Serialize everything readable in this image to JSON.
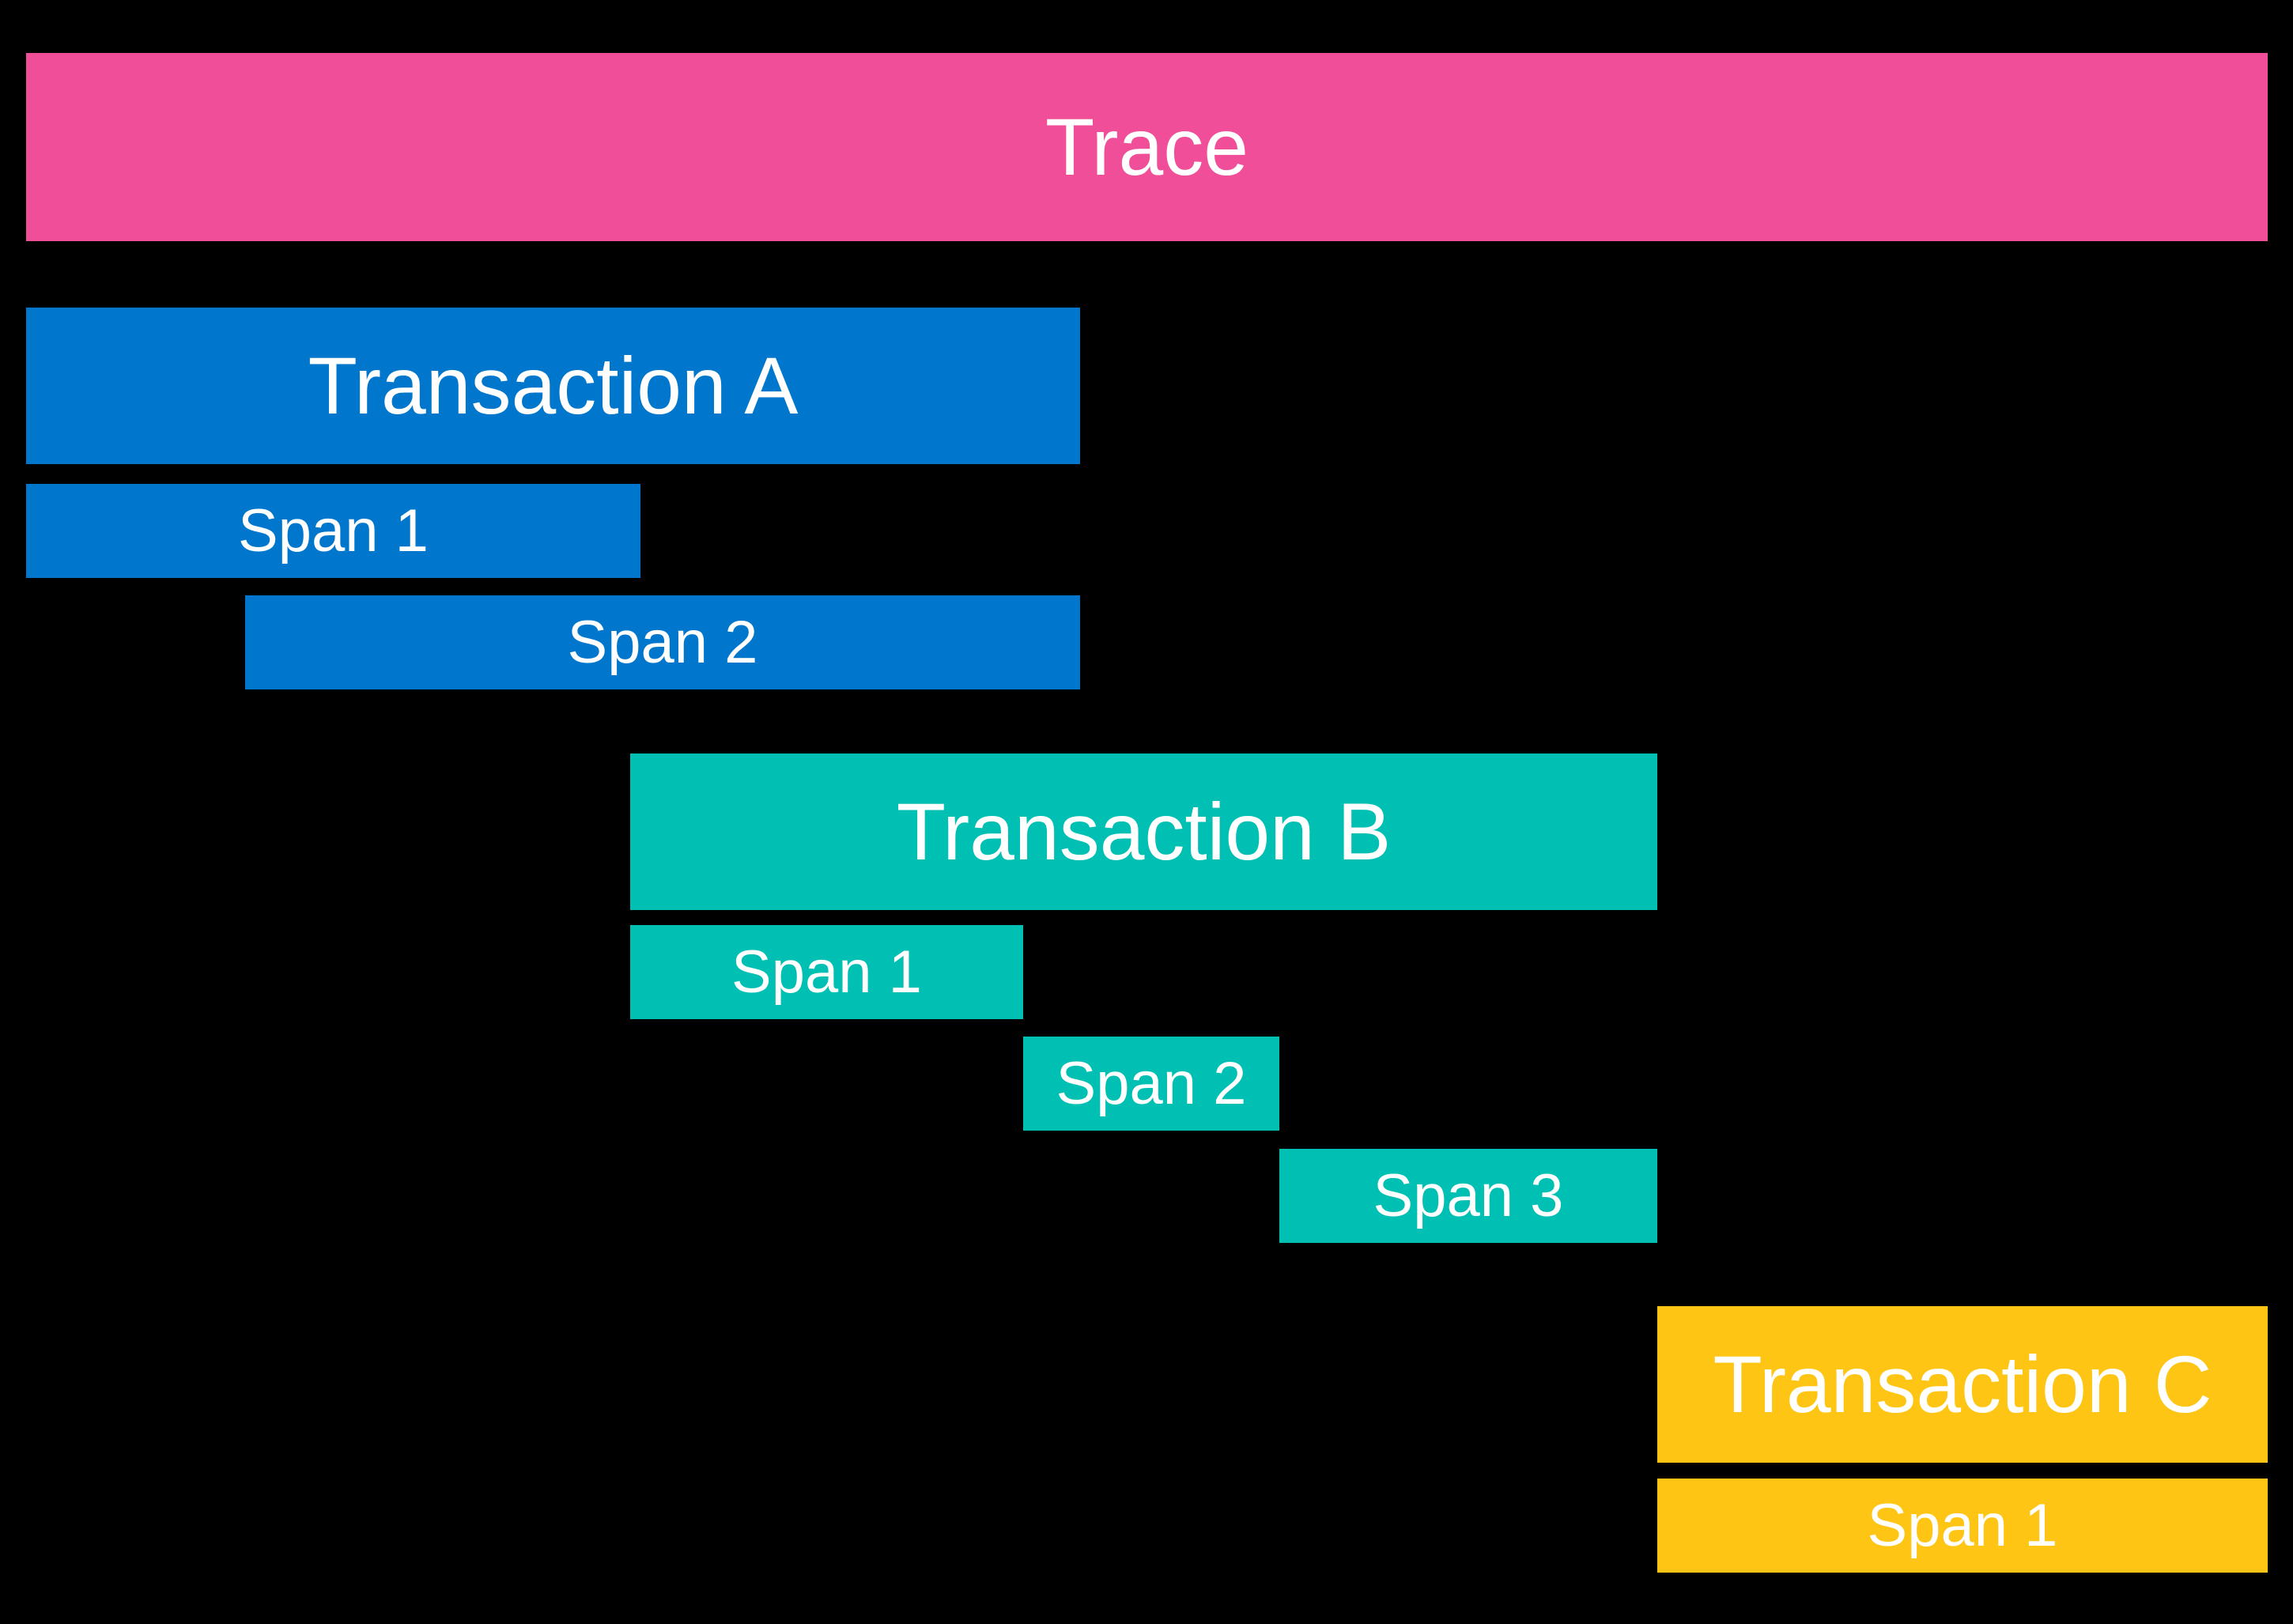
{
  "diagram": {
    "background_color": "#000000",
    "label_color": "#FFFFFF",
    "trace": {
      "label": "Trace",
      "color": "#F04E98"
    },
    "transactions": [
      {
        "label": "Transaction A",
        "color": "#0077CC",
        "spans": [
          {
            "label": "Span 1"
          },
          {
            "label": "Span 2"
          }
        ]
      },
      {
        "label": "Transaction B",
        "color": "#00BFB3",
        "spans": [
          {
            "label": "Span 1"
          },
          {
            "label": "Span 2"
          },
          {
            "label": "Span 3"
          }
        ]
      },
      {
        "label": "Transaction C",
        "color": "#FEC514",
        "spans": [
          {
            "label": "Span 1"
          }
        ]
      }
    ]
  }
}
